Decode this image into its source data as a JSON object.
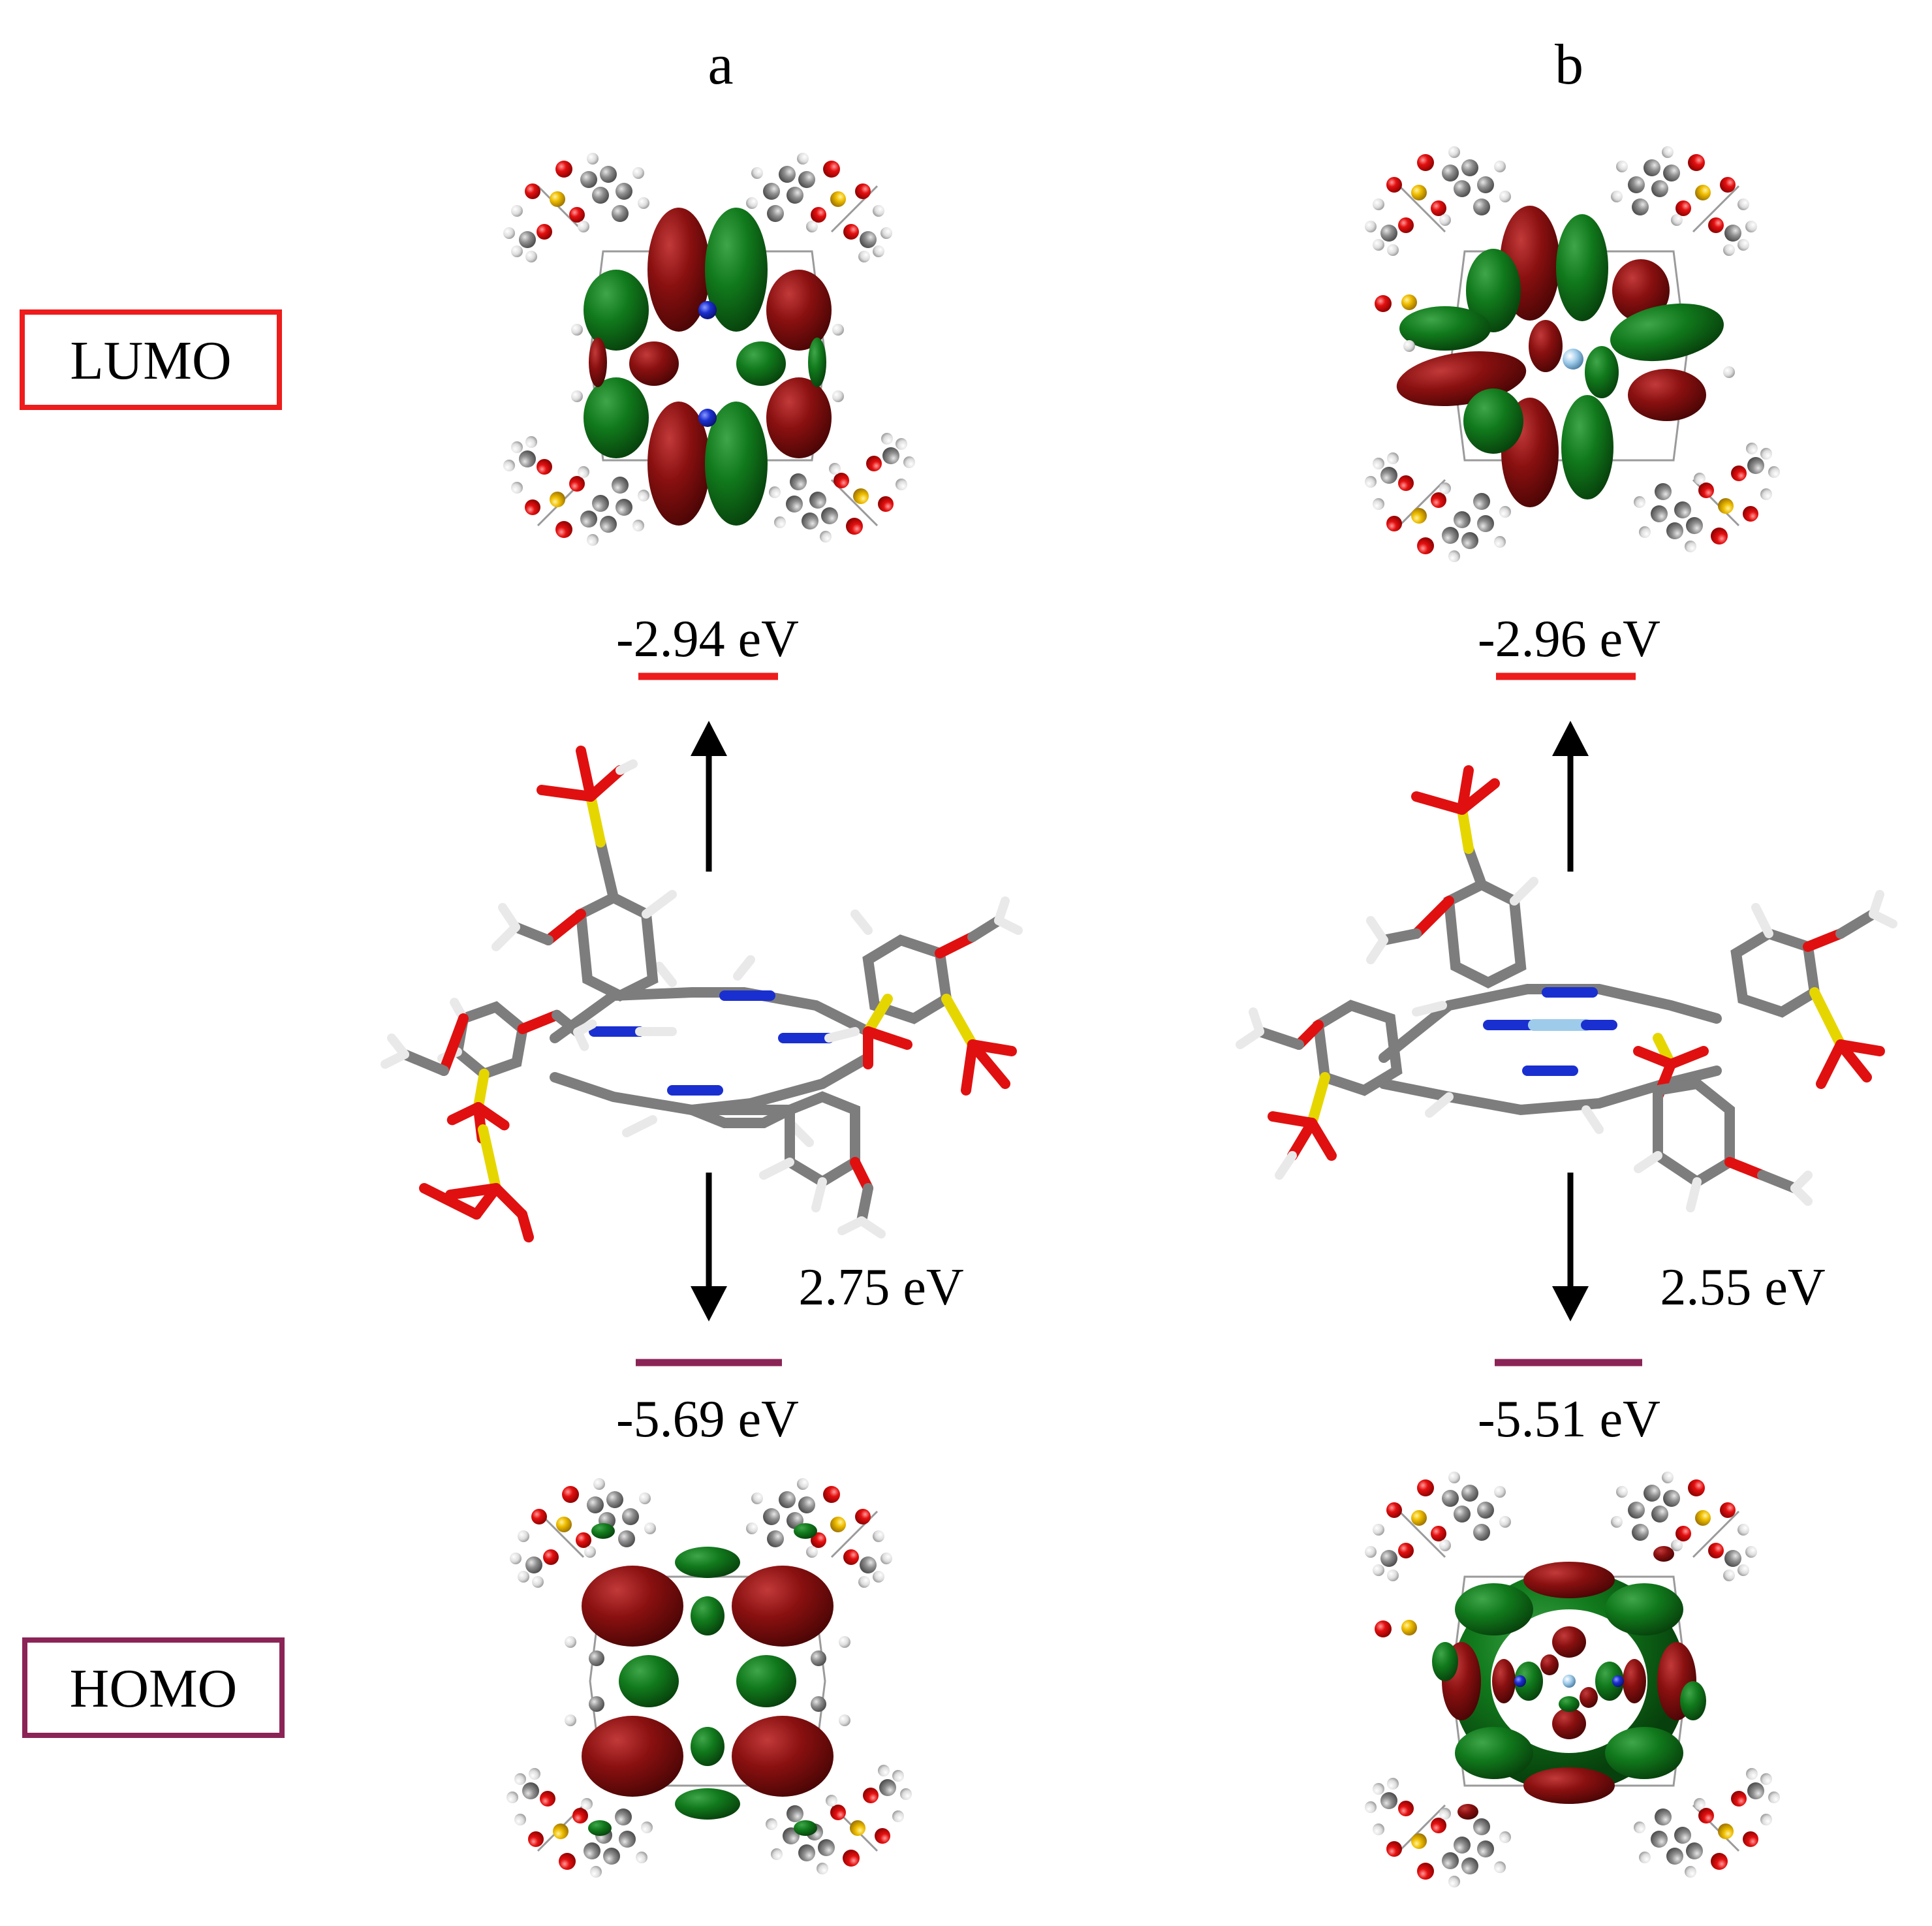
{
  "panels": {
    "a": {
      "letter": "a",
      "lumo_energy": "-2.94 eV",
      "homo_energy": "-5.69 eV",
      "gap": "2.75 eV"
    },
    "b": {
      "letter": "b",
      "lumo_energy": "-2.96 eV",
      "homo_energy": "-5.51 eV",
      "gap": "2.55 eV"
    }
  },
  "legend": {
    "lumo_label": "LUMO",
    "homo_label": "HOMO"
  },
  "colors": {
    "lumo": "#ee1c1c",
    "homo": "#8b2456",
    "orbital_positive": "#7a0d0d",
    "orbital_negative": "#0f6e18",
    "carbon": "#8c8c8c",
    "oxygen": "#e01010",
    "sulfur": "#e8b600",
    "nitrogen": "#1a2fd0",
    "hydrogen": "#f0f0f0",
    "metal": "#9ecbea"
  }
}
